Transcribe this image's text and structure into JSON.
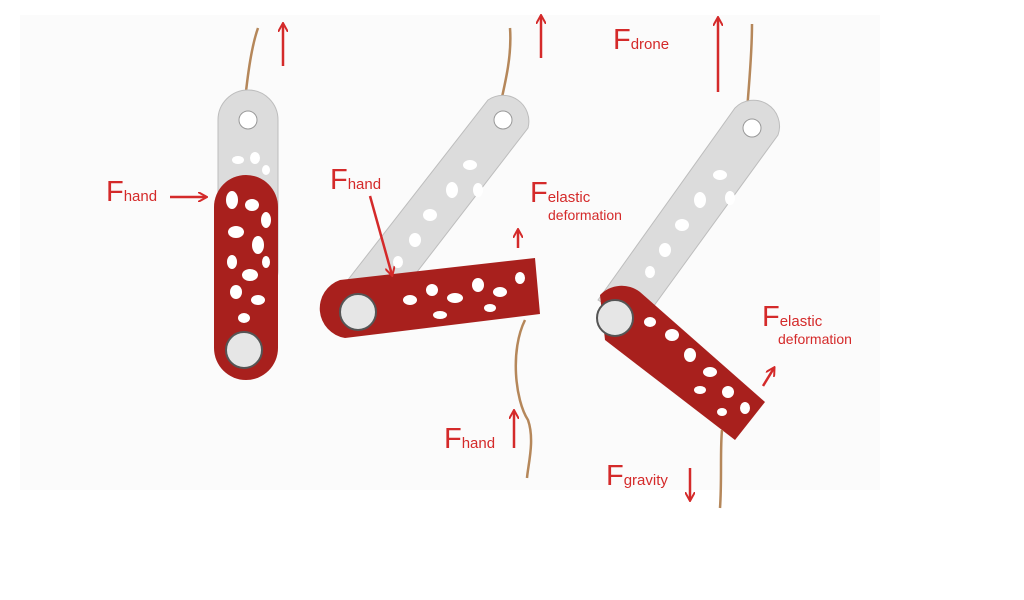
{
  "labels": {
    "f_hand_left": {
      "main": "F",
      "sub": "hand"
    },
    "f_hand_middle": {
      "main": "F",
      "sub": "hand"
    },
    "f_hand_bottom": {
      "main": "F",
      "sub": "hand"
    },
    "f_elastic_mid": {
      "main": "F",
      "sub": "elastic",
      "sub2": "deformation"
    },
    "f_elastic_right": {
      "main": "F",
      "sub": "elastic",
      "sub2": "deformation"
    },
    "f_drone": {
      "main": "F",
      "sub": "drone"
    },
    "f_gravity": {
      "main": "F",
      "sub": "gravity"
    }
  },
  "colors": {
    "force_red": "#d42a2a",
    "body_red": "#a8201d",
    "body_gray": "#d9d9d9",
    "string": "#b5875a"
  }
}
